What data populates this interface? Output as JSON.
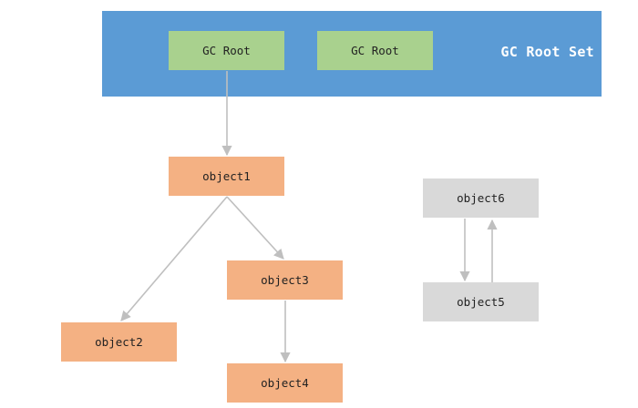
{
  "root_set": {
    "label": "GC Root Set",
    "roots": [
      {
        "label": "GC Root"
      },
      {
        "label": "GC Root"
      }
    ]
  },
  "objects": {
    "object1": "object1",
    "object2": "object2",
    "object3": "object3",
    "object4": "object4",
    "object5": "object5",
    "object6": "object6"
  },
  "colors": {
    "root_set": "#5b9bd5",
    "gc_root": "#a9d18e",
    "reachable": "#f4b183",
    "unreachable": "#d9d9d9",
    "edge": "#bfbfbf"
  },
  "references": [
    {
      "from": "GC Root",
      "to": "object1"
    },
    {
      "from": "object1",
      "to": "object2"
    },
    {
      "from": "object1",
      "to": "object3"
    },
    {
      "from": "object3",
      "to": "object4"
    },
    {
      "from": "object6",
      "to": "object5"
    },
    {
      "from": "object5",
      "to": "object6"
    }
  ]
}
